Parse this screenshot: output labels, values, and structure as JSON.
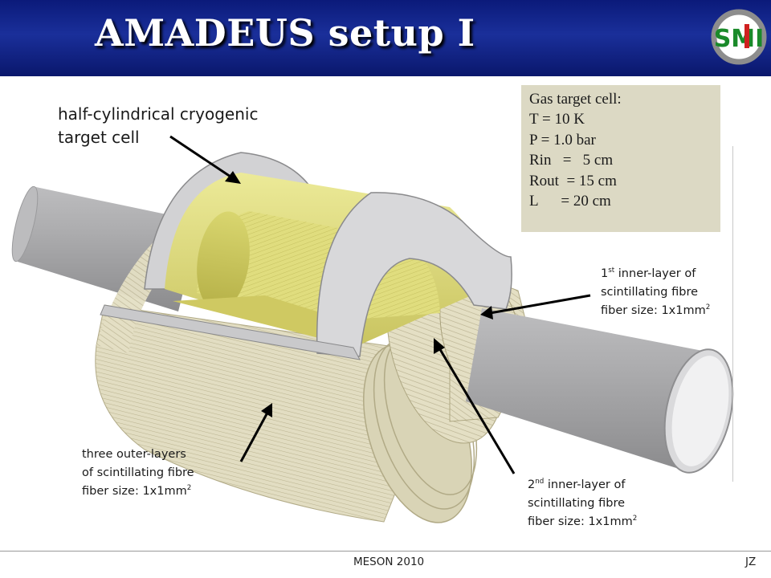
{
  "slide": {
    "title": "AMADEUS  setup I",
    "logo_text": "SMI",
    "footer_center": "MESON 2010",
    "footer_right": "JZ"
  },
  "gas_target": {
    "lines": [
      "Gas target cell:",
      "T = 10 K",
      "P = 1.0 bar",
      "Rin   =   5 cm",
      "Rout  = 15 cm",
      "L      = 20 cm"
    ]
  },
  "labels": {
    "target_cell": [
      "half-cylindrical cryogenic",
      "target cell"
    ],
    "inner1": {
      "ord": "1",
      "sup": "st",
      "rest": " inner-layer of",
      "line2": "scintillating fibre",
      "size": "fiber size: 1x1mm",
      "unit_sup": "2"
    },
    "inner2": {
      "ord": "2",
      "sup": "nd",
      "rest": " inner-layer of",
      "line2": "scintillating fibre",
      "size": "fiber size: 1x1mm",
      "unit_sup": "2"
    },
    "outer": {
      "line1": "three outer-layers",
      "line2": "of scintillating fibre",
      "size": "fiber size: 1x1mm",
      "unit_sup": "2"
    }
  },
  "colors": {
    "header": "#0b1a7a",
    "tube": "#a9a9ab",
    "fibre": "#e2ddc2",
    "target_yellow": "#e6e38a",
    "infobox": "#dcd9c4"
  }
}
